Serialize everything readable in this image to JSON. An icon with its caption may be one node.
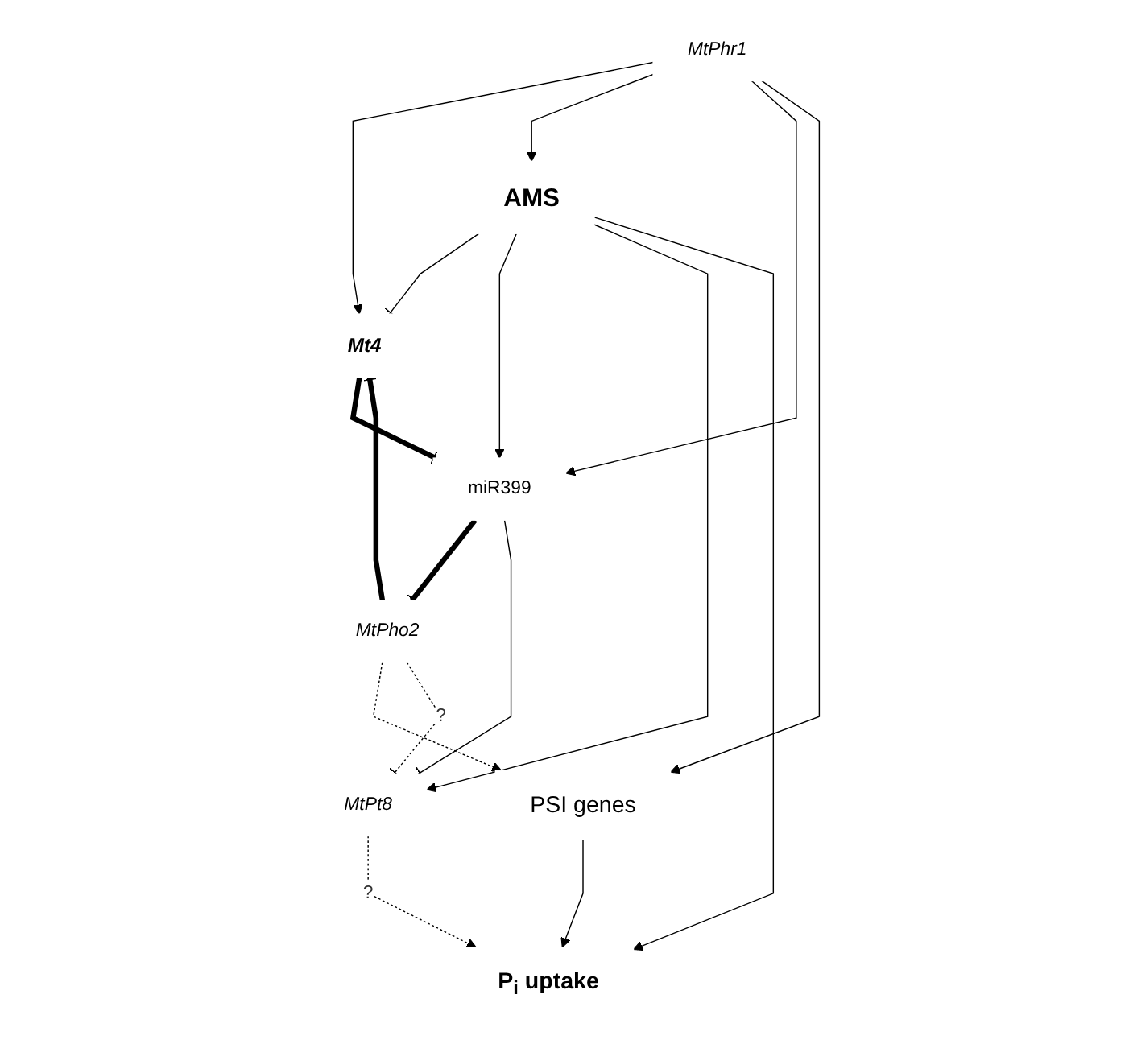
{
  "diagram": {
    "nodes": [
      {
        "text": [
          "MtPhr1"
        ]
      },
      {
        "text": [
          "Mt4"
        ]
      },
      {
        "text": [
          "AMS"
        ]
      },
      {
        "text": [
          "miR399"
        ]
      },
      {
        "text": [
          "MtPho2"
        ]
      },
      {
        "text": [
          "PSI genes"
        ]
      },
      {
        "text": [
          "MtPt8"
        ]
      },
      {
        "text": [
          "P$_{i}$ uptake"
        ]
      }
    ],
    "edges": [
      {
        "from": 0,
        "to": 1,
        "arrow": "to"
      },
      {
        "from": 0,
        "to": 2,
        "arrow": "to"
      },
      {
        "from": 0,
        "to": 3,
        "arrow": "to"
      },
      {
        "from": 0,
        "to": 5,
        "arrow": "to"
      },
      {
        "from": 2,
        "to": 1,
        "arrow": "other"
      },
      {
        "from": 1,
        "to": 3,
        "arrow": "other",
        "style": "thick"
      },
      {
        "from": 4,
        "to": 1,
        "arrow": "other",
        "style": "thick"
      },
      {
        "from": 2,
        "to": 3,
        "arrow": "to"
      },
      {
        "from": 3,
        "to": 4,
        "arrow": "other",
        "style": "thick"
      },
      {
        "from": 4,
        "to": 5,
        "arrow": "to",
        "style": "dashed"
      },
      {
        "from": 3,
        "to": 6,
        "arrow": "other"
      },
      {
        "from": 4,
        "to": 6,
        "arrow": "other",
        "style": "dashed",
        "label": "?"
      },
      {
        "from": 2,
        "to": 6,
        "arrow": "to"
      },
      {
        "from": 2,
        "to": 7,
        "arrow": "to"
      },
      {
        "from": 6,
        "to": 7,
        "arrow": "to",
        "style": "dashed",
        "label": "?"
      },
      {
        "from": 5,
        "to": 7,
        "arrow": "to"
      }
    ]
  }
}
